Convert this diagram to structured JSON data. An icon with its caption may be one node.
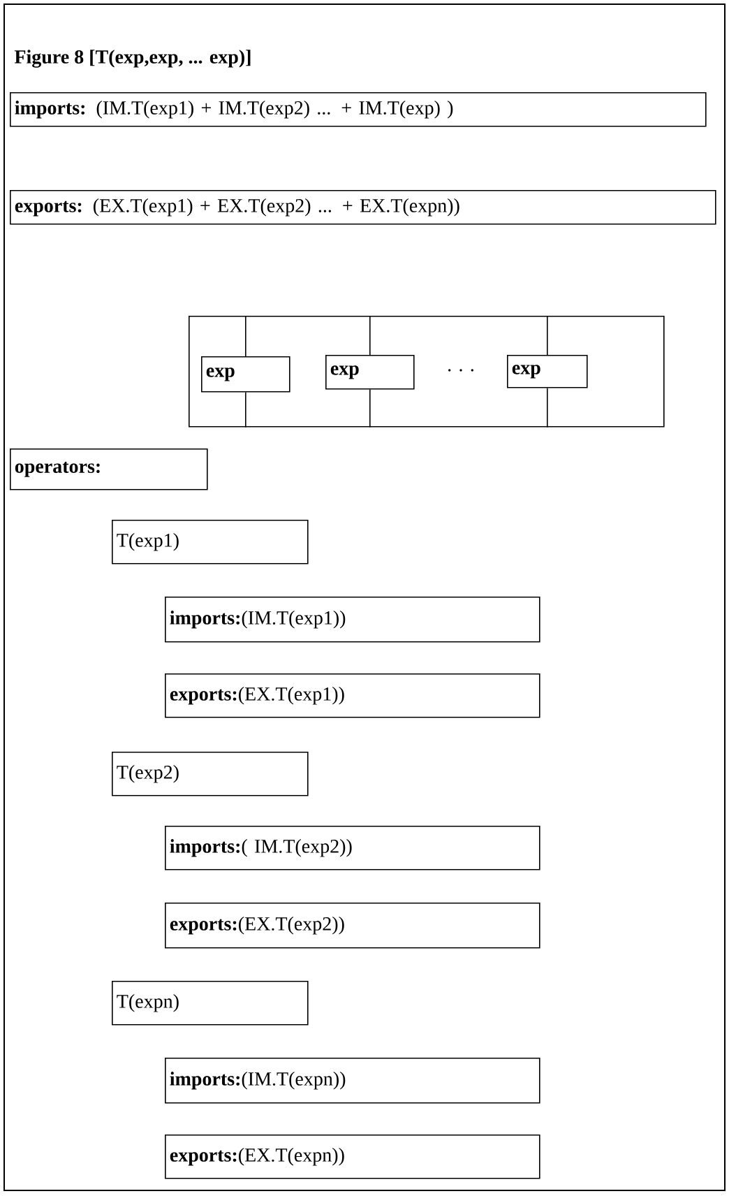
{
  "diagram": {
    "title": "Figure 8 [T(exp,exp, ... exp)]",
    "nodes": [
      {
        "text": [
          "**imports:** (IM.T(exp1) + IM.T(exp2) ... + IM.T(exp) )"
        ]
      },
      {
        "text": [
          "**exports:** (EX.T(exp1) + EX.T(exp2) ... + EX.T(expn))"
        ]
      },
      {
        "text": [],
        "shape": "box"
      },
      {
        "text": [
          "exp"
        ],
        "in": 2
      },
      {
        "text": [
          "exp"
        ],
        "in": 2
      },
      {
        "text": [
          "exp"
        ],
        "in": 2
      },
      {
        "text": [
          "operators:"
        ]
      },
      {
        "text": [
          "T(exp1)"
        ]
      },
      {
        "text": [
          "**imports:**(IM.T(exp1))"
        ]
      },
      {
        "text": [
          "**exports:**(EX.T(exp1))"
        ]
      },
      {
        "text": [
          "T(exp2)"
        ]
      },
      {
        "text": [
          "**imports:**( IM.T(exp2))"
        ]
      },
      {
        "text": [
          "**exports:**(EX.T(exp2))"
        ]
      },
      {
        "text": [
          "T(expn)"
        ]
      },
      {
        "text": [
          "**imports:**(IM.T(expn))"
        ]
      },
      {
        "text": [
          "**exports:**(EX.T(expn))"
        ]
      }
    ],
    "edges": [
      {
        "from": 3,
        "to": 2,
        "arrow": "none"
      },
      {
        "from": 3,
        "to": 2,
        "arrow": "none"
      },
      {
        "from": 4,
        "to": 2,
        "arrow": "none"
      },
      {
        "from": 4,
        "to": 2,
        "arrow": "none"
      },
      {
        "from": 5,
        "to": 2,
        "arrow": "none"
      },
      {
        "from": 5,
        "to": 2,
        "arrow": "none"
      }
    ],
    "labels": [
      ". . ."
    ]
  }
}
